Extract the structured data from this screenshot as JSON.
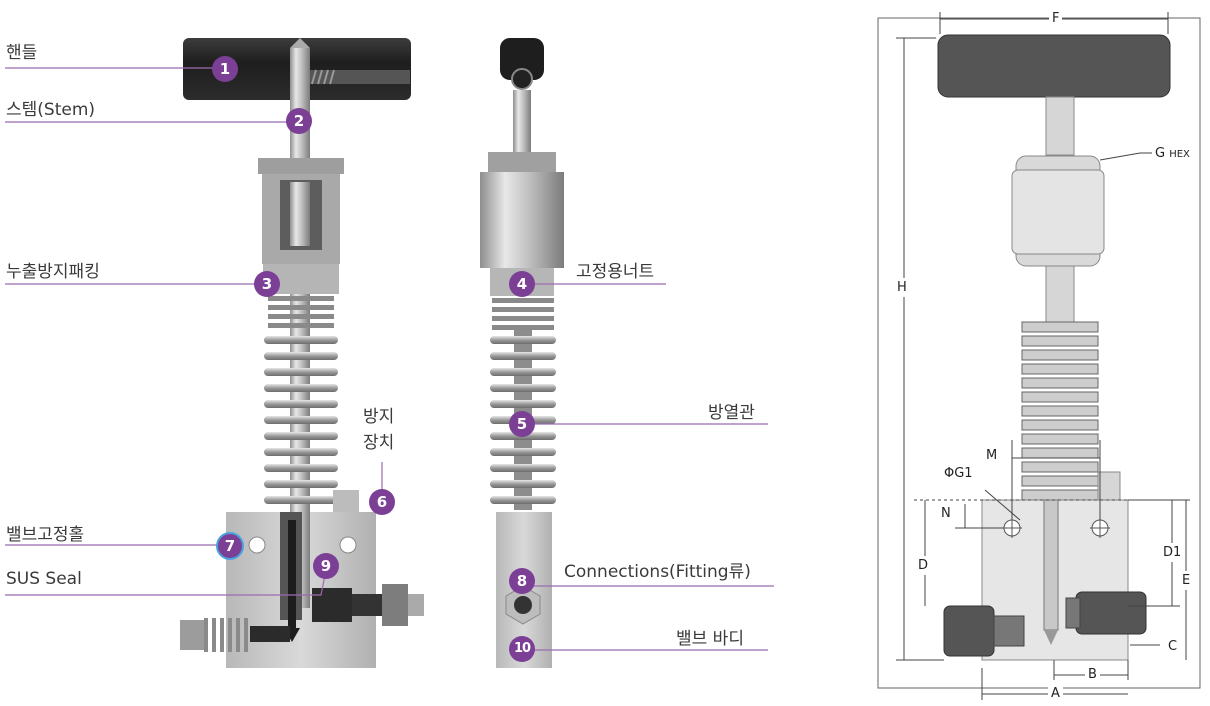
{
  "colors": {
    "accent": "#7b3f95",
    "metal": "#c7c7c7",
    "handle": "#2d2d2d",
    "leader": "#9b6bb0"
  },
  "callouts": [
    {
      "num": "1",
      "label": "핸들"
    },
    {
      "num": "2",
      "label": "스템(Stem)"
    },
    {
      "num": "3",
      "label": "누출방지패킹"
    },
    {
      "num": "4",
      "label": "고정용너트"
    },
    {
      "num": "5",
      "label": "방열관"
    },
    {
      "num": "6",
      "label_line1": "방지",
      "label_line2": "장치"
    },
    {
      "num": "7",
      "label": "밸브고정홀"
    },
    {
      "num": "8",
      "label": "Connections(Fitting류)"
    },
    {
      "num": "9",
      "label": "SUS Seal"
    },
    {
      "num": "10",
      "label": "밸브 바디"
    }
  ],
  "dimensions": {
    "F": "F",
    "G_HEX": "G",
    "HEX": "HEX",
    "H": "H",
    "M": "M",
    "G1": "ΦG1",
    "N": "N",
    "D": "D",
    "D1": "D1",
    "E": "E",
    "C": "C",
    "B": "B",
    "A": "A"
  }
}
